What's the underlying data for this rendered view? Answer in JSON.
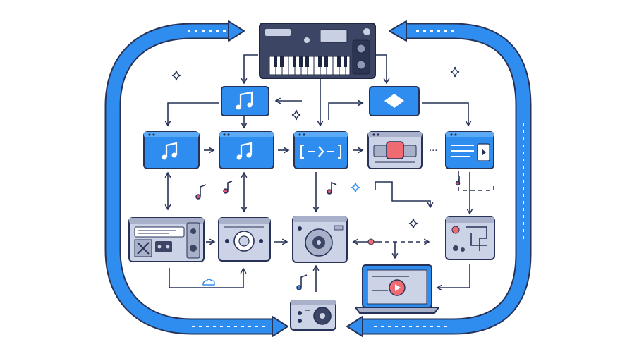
{
  "diagram": {
    "title": "",
    "colors": {
      "accent_blue": "#2f8df0",
      "accent_blue_light": "#5aaaf8",
      "outline": "#263257",
      "device_gray": "#cdd3e6",
      "device_gray_dark": "#a9b1ca",
      "keyboard_body": "#3c4564",
      "alert_red": "#f06a72",
      "ornament_pink": "#e5547a"
    },
    "nodes": [
      {
        "name": "synth-keyboard",
        "icon": "synthesizer-icon"
      },
      {
        "name": "music-note-card-top",
        "icon": "music-note-icon"
      },
      {
        "name": "diamond-card-top",
        "icon": "diamond-icon"
      },
      {
        "name": "music-card-1",
        "icon": "music-note-icon"
      },
      {
        "name": "music-card-2",
        "icon": "music-note-icon"
      },
      {
        "name": "transition-card",
        "icon": "wave-icon"
      },
      {
        "name": "mixer-panel",
        "icon": "mixer-icon"
      },
      {
        "name": "playlist-card",
        "icon": "list-play-icon"
      },
      {
        "name": "tape-recorder",
        "icon": "recorder-icon"
      },
      {
        "name": "speaker-device-1",
        "icon": "speaker-icon"
      },
      {
        "name": "turntable-device",
        "icon": "turntable-icon"
      },
      {
        "name": "map-device",
        "icon": "map-icon"
      },
      {
        "name": "laptop-player",
        "icon": "laptop-play-icon"
      },
      {
        "name": "small-speaker-device",
        "icon": "speaker-icon"
      }
    ],
    "ornaments": [
      "sparkle-icon",
      "music-note-icon",
      "cloud-icon"
    ]
  }
}
